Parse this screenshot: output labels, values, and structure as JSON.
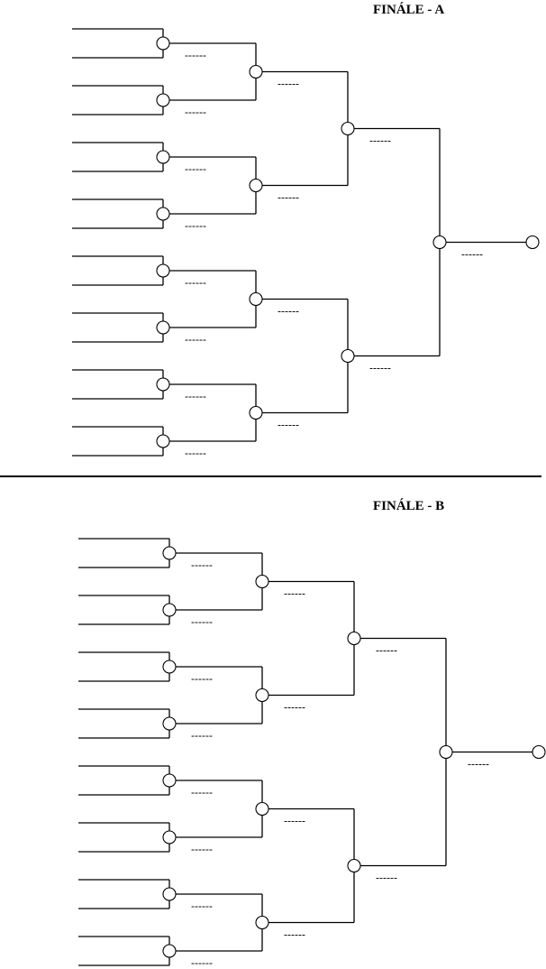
{
  "brackets": [
    {
      "id": "a",
      "title": "FINÁLE - A",
      "rounds": [
        16,
        8,
        4,
        2,
        1
      ],
      "placeholder": "------"
    },
    {
      "id": "b",
      "title": "FINÁLE - B",
      "rounds": [
        16,
        8,
        4,
        2,
        1
      ],
      "placeholder": "------"
    }
  ],
  "colors": {
    "line": "#000000",
    "background": "#ffffff"
  }
}
